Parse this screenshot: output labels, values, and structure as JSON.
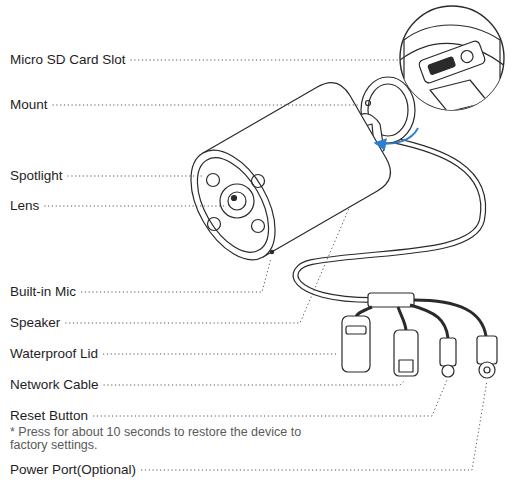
{
  "diagram": {
    "labels": [
      "Micro SD Card Slot",
      "Mount",
      "Spotlight",
      "Lens",
      "Built-in Mic",
      "Speaker",
      "Waterproof Lid",
      "Network Cable",
      "Reset Button",
      "* Press for about 10 seconds to restore the device to factory settings.",
      "Power Port(Optional)"
    ]
  }
}
